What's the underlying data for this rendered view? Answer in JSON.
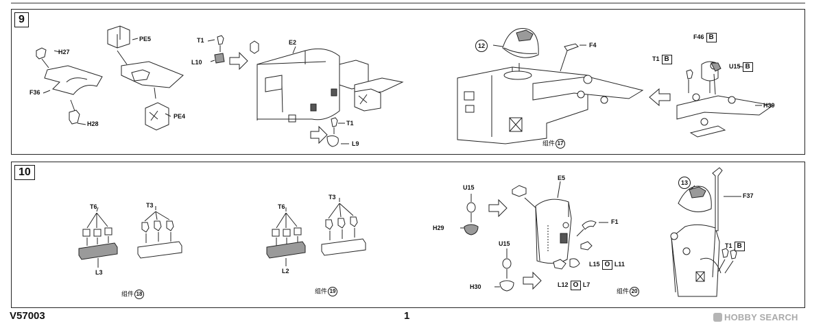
{
  "steps": [
    {
      "number": "9",
      "labels": {
        "h27": "H27",
        "f36": "F36",
        "h28": "H28",
        "pe5": "PE5",
        "pe4": "PE4",
        "t1_a": "T1",
        "l10": "L10",
        "e2": "E2",
        "t1_b": "T1",
        "l9": "L9",
        "circle_12": "12",
        "f4": "F4",
        "t1_c": "T1",
        "t1_c_box": "B",
        "f46": "F46",
        "f46_box": "B",
        "u15": "U15",
        "u15_box": "B",
        "h39": "H39"
      },
      "assembly": {
        "prefix": "组件",
        "number": "17"
      }
    },
    {
      "number": "10",
      "labels": {
        "t6_a": "T6",
        "t3_a": "T3",
        "l3": "L3",
        "t6_b": "T6",
        "t3_b": "T3",
        "l2": "L2",
        "u15_a": "U15",
        "h29": "H29",
        "u15_b": "U15",
        "h30": "H30",
        "e5": "E5",
        "f1": "F1",
        "l15": "L15",
        "l15_box": "O",
        "l11": "L11",
        "l12": "L12",
        "l12_box": "O",
        "l7": "L7",
        "circle_13": "13",
        "f37": "F37",
        "t1": "T1",
        "t1_box": "B"
      },
      "assemblies": [
        {
          "prefix": "组件",
          "number": "18"
        },
        {
          "prefix": "组件",
          "number": "19"
        },
        {
          "prefix": "组件",
          "number": "20"
        }
      ]
    }
  ],
  "footer": {
    "code": "V57003",
    "page": "1"
  },
  "watermark": "HOBBY SEARCH",
  "colors": {
    "line": "#222222",
    "shade": "#9a9a9a",
    "dark": "#555555",
    "background": "#ffffff"
  }
}
